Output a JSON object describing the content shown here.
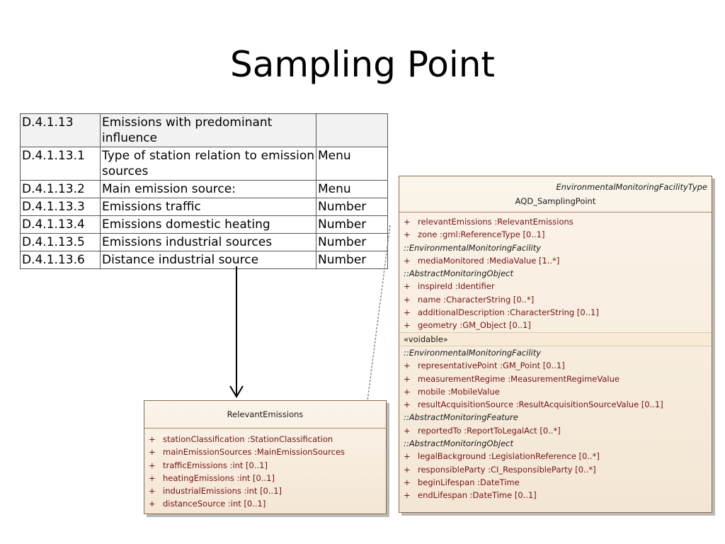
{
  "title": "Sampling Point",
  "table": {
    "rows": [
      {
        "code": "D.4.1.13",
        "label": "Emissions with predominant influence",
        "type": ""
      },
      {
        "code": "D.4.1.13.1",
        "label": "Type of station relation to emission sources",
        "type": "Menu"
      },
      {
        "code": "D.4.1.13.2",
        "label": "Main emission source:",
        "type": "Menu"
      },
      {
        "code": "D.4.1.13.3",
        "label": "Emissions traffic",
        "type": "Number"
      },
      {
        "code": "D.4.1.13.4",
        "label": "Emissions domestic heating",
        "type": "Number"
      },
      {
        "code": "D.4.1.13.5",
        "label": "Emissions industrial sources",
        "type": "Number"
      },
      {
        "code": "D.4.1.13.6",
        "label": "Distance industrial source",
        "type": "Number"
      }
    ]
  },
  "sampling_point": {
    "stereotype": "EnvironmentalMonitoringFacilityType",
    "name": "AQD_SamplingPoint",
    "plus": "+",
    "attrs_a": [
      "relevantEmissions  :RelevantEmissions",
      "zone  :gml:ReferenceType [0..1]"
    ],
    "ns1": "::EnvironmentalMonitoringFacility",
    "attrs_b": [
      "mediaMonitored  :MediaValue [1..*]"
    ],
    "ns2": "::AbstractMonitoringObject",
    "attrs_c": [
      "inspireId  :Identifier",
      "name  :CharacterString [0..*]",
      "additionalDescription  :CharacterString [0..1]",
      "geometry  :GM_Object [0..1]"
    ],
    "voidable": "«voidable»",
    "ns3": "::EnvironmentalMonitoringFacility",
    "attrs_d": [
      "representativePoint  :GM_Point [0..1]",
      "measurementRegime  :MeasurementRegimeValue",
      "mobile  :MobileValue",
      "resultAcquisitionSource  :ResultAcquisitionSourceValue [0..1]"
    ],
    "ns4": "::AbstractMonitoringFeature",
    "attrs_e": [
      "reportedTo  :ReportToLegalAct [0..*]"
    ],
    "ns5": "::AbstractMonitoringObject",
    "attrs_f": [
      "legalBackground  :LegislationReference [0..*]",
      "responsibleParty  :CI_ResponsibleParty [0..*]",
      "beginLifespan  :DateTime",
      "endLifespan  :DateTime [0..1]"
    ]
  },
  "relevant_emissions": {
    "name": "RelevantEmissions",
    "attrs": [
      "stationClassification  :StationClassification",
      "mainEmissionSources  :MainEmissionSources",
      "trafficEmissions  :int [0..1]",
      "heatingEmissions  :int [0..1]",
      "industrialEmissions  :int [0..1]",
      "distanceSource  :int [0..1]"
    ]
  }
}
